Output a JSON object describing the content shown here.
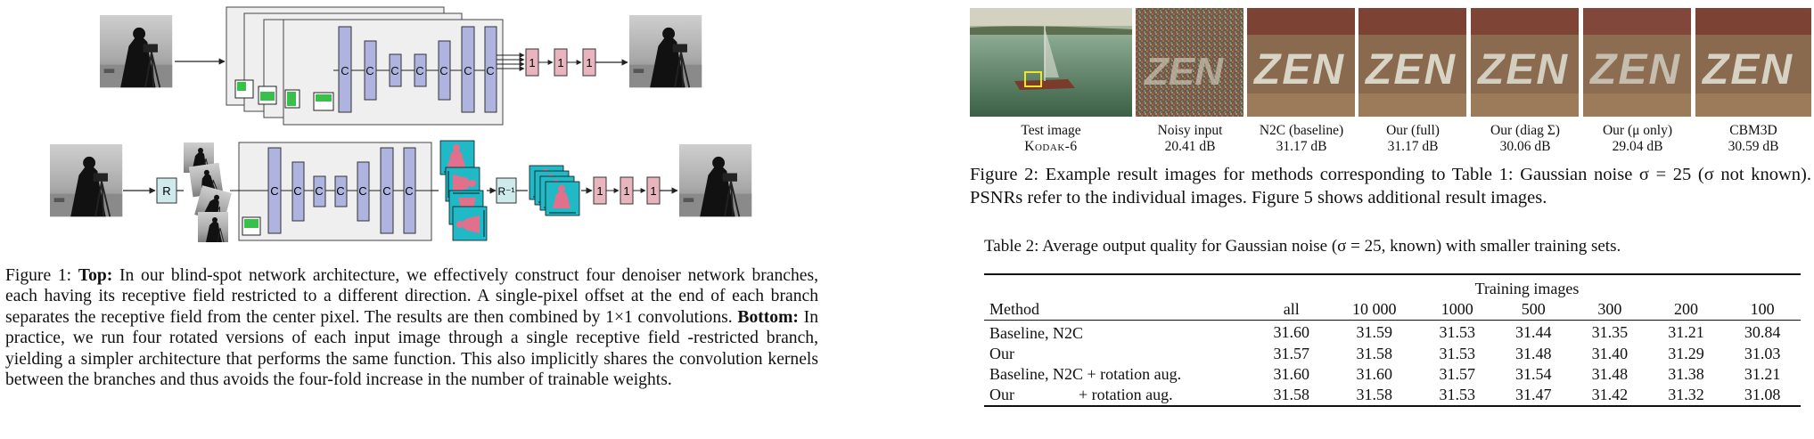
{
  "fig1": {
    "caption": {
      "label": "Figure 1:",
      "top_bold": "Top:",
      "top_text": "In our blind-spot network architecture, we effectively construct four denoiser network branches, each having its receptive field restricted to a different direction. A single-pixel offset at the end of each branch separates the receptive field from the center pixel. The results are then combined by 1×1 convolutions.",
      "bottom_bold": "Bottom:",
      "bottom_text": "In practice, we run four rotated versions of each input image through a single receptive field -restricted branch, yielding a simpler architecture that performs the same function. This also implicitly shares the convolution kernels between the branches and thus avoids the four-fold increase in the number of trainable weights."
    },
    "conv_label": "C",
    "onexone_label": "1",
    "rotate_label": "R",
    "unrotate_label": "R⁻¹",
    "colors": {
      "conv": "#aeb3e0",
      "onexone": "#e8b4be",
      "rotate": "#cfeaea",
      "green": "#39c04b",
      "panel": "#efefef"
    }
  },
  "fig2": {
    "thumbs": [
      {
        "line1": "Test image",
        "line2": "Kodak-6"
      },
      {
        "line1": "Noisy input",
        "line2": "20.41 dB"
      },
      {
        "line1": "N2C (baseline)",
        "line2": "31.17 dB"
      },
      {
        "line1": "Our (full)",
        "line2": "31.17 dB"
      },
      {
        "line1": "Our (diag Σ)",
        "line2": "30.06 dB"
      },
      {
        "line1": "Our (μ only)",
        "line2": "29.04 dB"
      },
      {
        "line1": "CBM3D",
        "line2": "30.59 dB"
      }
    ],
    "zen_text": "ZEN",
    "caption": "Figure 2: Example result images for methods corresponding to Table 1: Gaussian noise σ = 25 (σ not known). PSNRs refer to the individual images. Figure 5 shows additional result images."
  },
  "table2": {
    "caption": "Table 2: Average output quality for Gaussian noise (σ = 25, known) with smaller training sets.",
    "group_header": "Training images",
    "method_header": "Method",
    "columns": [
      "all",
      "10 000",
      "1000",
      "500",
      "300",
      "200",
      "100"
    ],
    "rows": [
      {
        "method": "Baseline, N2C",
        "values": [
          "31.60",
          "31.59",
          "31.53",
          "31.44",
          "31.35",
          "31.21",
          "30.84"
        ]
      },
      {
        "method": "Our",
        "values": [
          "31.57",
          "31.58",
          "31.53",
          "31.48",
          "31.40",
          "31.29",
          "31.03"
        ]
      },
      {
        "method": "Baseline, N2C + rotation aug.",
        "values": [
          "31.60",
          "31.60",
          "31.57",
          "31.54",
          "31.48",
          "31.38",
          "31.21"
        ]
      },
      {
        "method": "Our                + rotation aug.",
        "values": [
          "31.58",
          "31.58",
          "31.53",
          "31.47",
          "31.42",
          "31.32",
          "31.08"
        ]
      }
    ]
  }
}
